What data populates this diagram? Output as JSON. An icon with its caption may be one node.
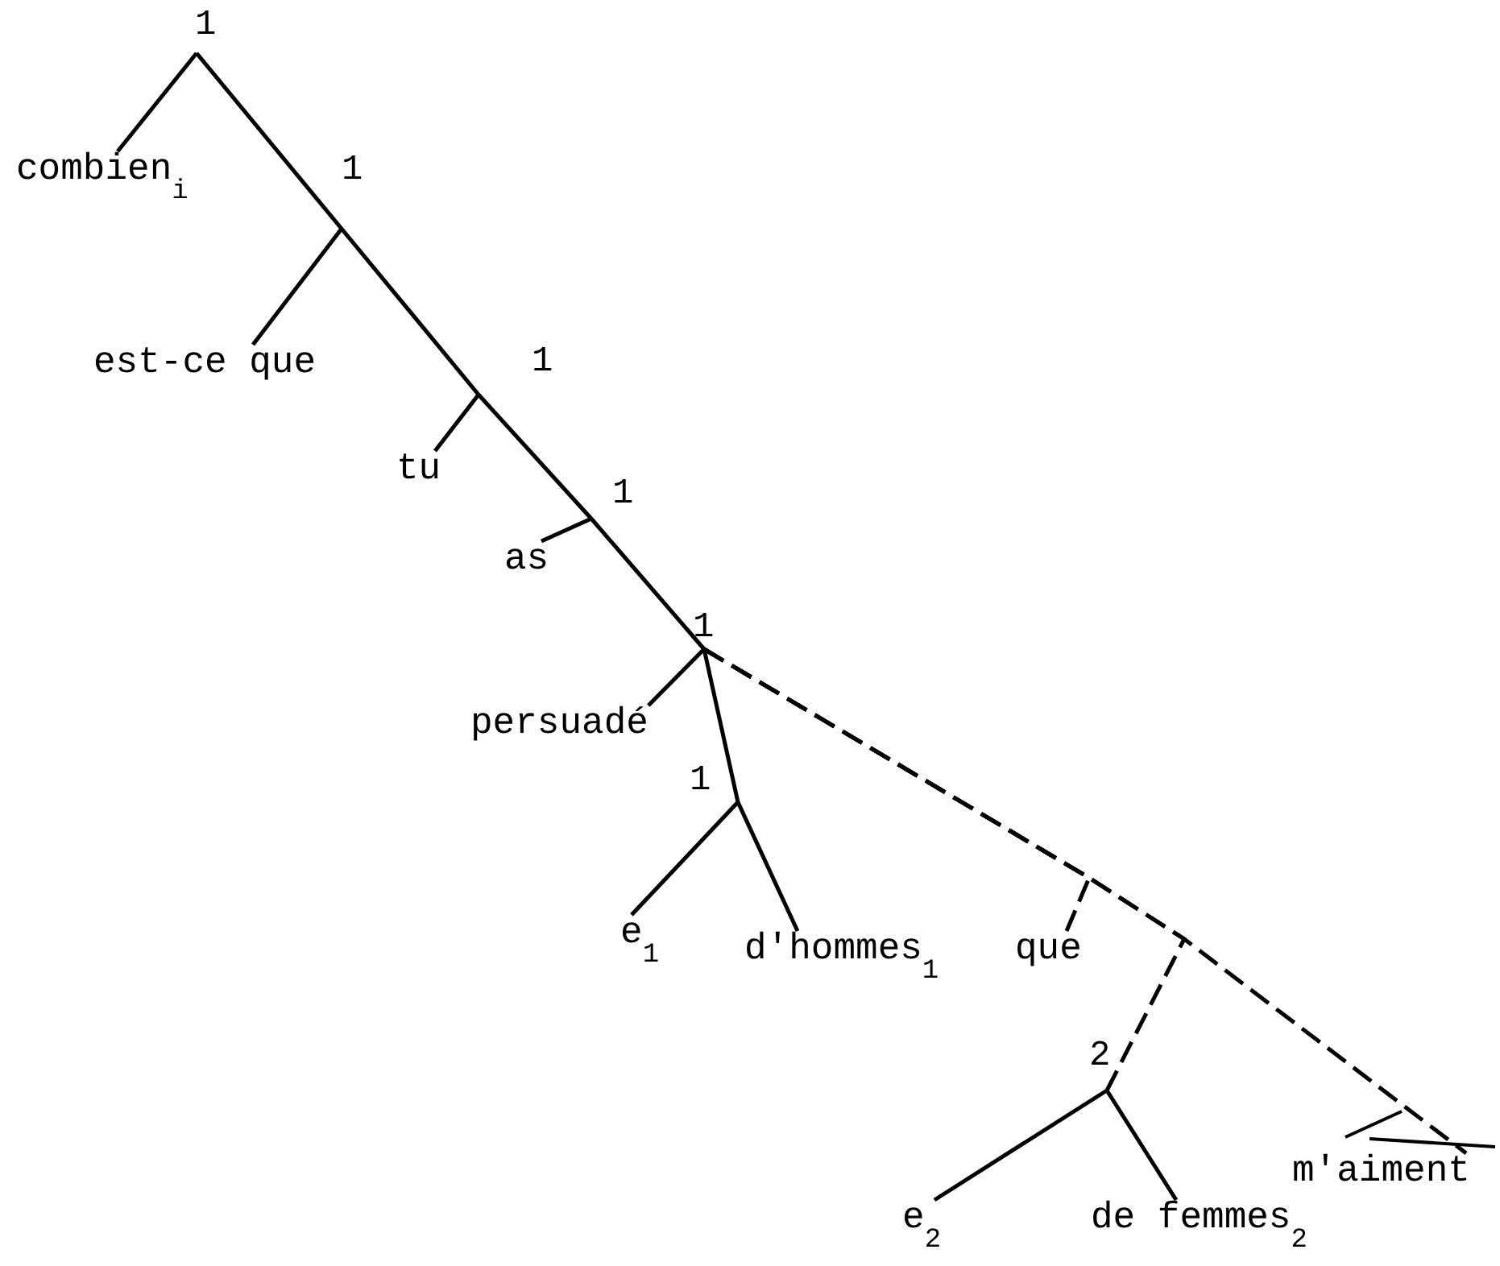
{
  "diagram": {
    "nodes": [
      {
        "text": [
          "1"
        ]
      },
      {
        "text": [
          "combien$_{i}$"
        ]
      },
      {
        "text": [
          "1"
        ]
      },
      {
        "text": [
          "est-ce que"
        ]
      },
      {
        "text": [
          "1"
        ]
      },
      {
        "text": [
          "tu"
        ]
      },
      {
        "text": [
          "1"
        ]
      },
      {
        "text": [
          "as"
        ]
      },
      {
        "text": [
          "1"
        ]
      },
      {
        "text": [
          "persuadé"
        ]
      },
      {
        "text": [
          "1"
        ]
      },
      {
        "text": [
          "e$_{1}$"
        ]
      },
      {
        "text": [
          "d'hommes$_{1}$"
        ]
      },
      {
        "text": [
          "que"
        ]
      },
      {
        "text": [
          "2"
        ]
      },
      {
        "text": [
          "e$_{2}$"
        ]
      },
      {
        "text": [
          "de femmes$_{2}$"
        ]
      },
      {
        "text": [
          "m'aiment"
        ]
      }
    ],
    "edges": [
      {
        "from": 0,
        "to": 1,
        "arrow": "none"
      },
      {
        "from": 0,
        "to": 2,
        "arrow": "none"
      },
      {
        "from": 2,
        "to": 3,
        "arrow": "none"
      },
      {
        "from": 2,
        "to": 4,
        "arrow": "none"
      },
      {
        "from": 4,
        "to": 5,
        "arrow": "none"
      },
      {
        "from": 4,
        "to": 6,
        "arrow": "none"
      },
      {
        "from": 6,
        "to": 7,
        "arrow": "none"
      },
      {
        "from": 6,
        "to": 8,
        "arrow": "none"
      },
      {
        "from": 8,
        "to": 9,
        "arrow": "none"
      },
      {
        "from": 8,
        "to": 10,
        "arrow": "none"
      },
      {
        "from": 10,
        "to": 11,
        "arrow": "none"
      },
      {
        "from": 10,
        "to": 12,
        "arrow": "none"
      },
      {
        "from": 8,
        "to": 13,
        "arrow": "none",
        "style": "dashed"
      },
      {
        "from": 8,
        "to": 14,
        "arrow": "none",
        "style": "dashed"
      },
      {
        "from": 8,
        "to": 17,
        "arrow": "none",
        "style": "dashed"
      },
      {
        "from": 14,
        "to": 15,
        "arrow": "none"
      },
      {
        "from": 14,
        "to": 16,
        "arrow": "none"
      }
    ]
  }
}
